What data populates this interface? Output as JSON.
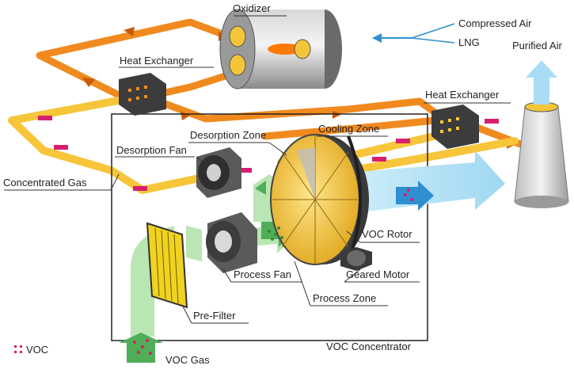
{
  "labels": {
    "oxidizer": "Oxidizer",
    "compressed_air": "Compressed Air",
    "lng": "LNG",
    "purified_air": "Purified Air",
    "heat_exchanger_left": "Heat Exchanger",
    "heat_exchanger_right": "Heat Exchanger",
    "desorption_zone": "Desorption Zone",
    "cooling_zone": "Cooling Zone",
    "desorption_fan": "Desorption Fan",
    "concentrated_gas": "Concentrated Gas",
    "voc_rotor": "VOC Rotor",
    "geared_motor": "Geared Motor",
    "process_fan": "Process Fan",
    "process_zone": "Process Zone",
    "pre_filter": "Pre-Filter",
    "voc_concentrator": "VOC Concentrator",
    "voc_gas": "VOC Gas",
    "voc_legend": "VOC"
  },
  "colors": {
    "hot_duct": "#f08a1f",
    "concentrated_duct": "#f7c53a",
    "clean_stream": "#a8ddf5",
    "clean_arrow": "#2f8fd0",
    "process_stream": "#b9e6b3",
    "process_arrow": "#4fae57",
    "voc_dot": "#d61f6e",
    "rotor": "#f3c63a",
    "machine_gray": "#707070"
  }
}
